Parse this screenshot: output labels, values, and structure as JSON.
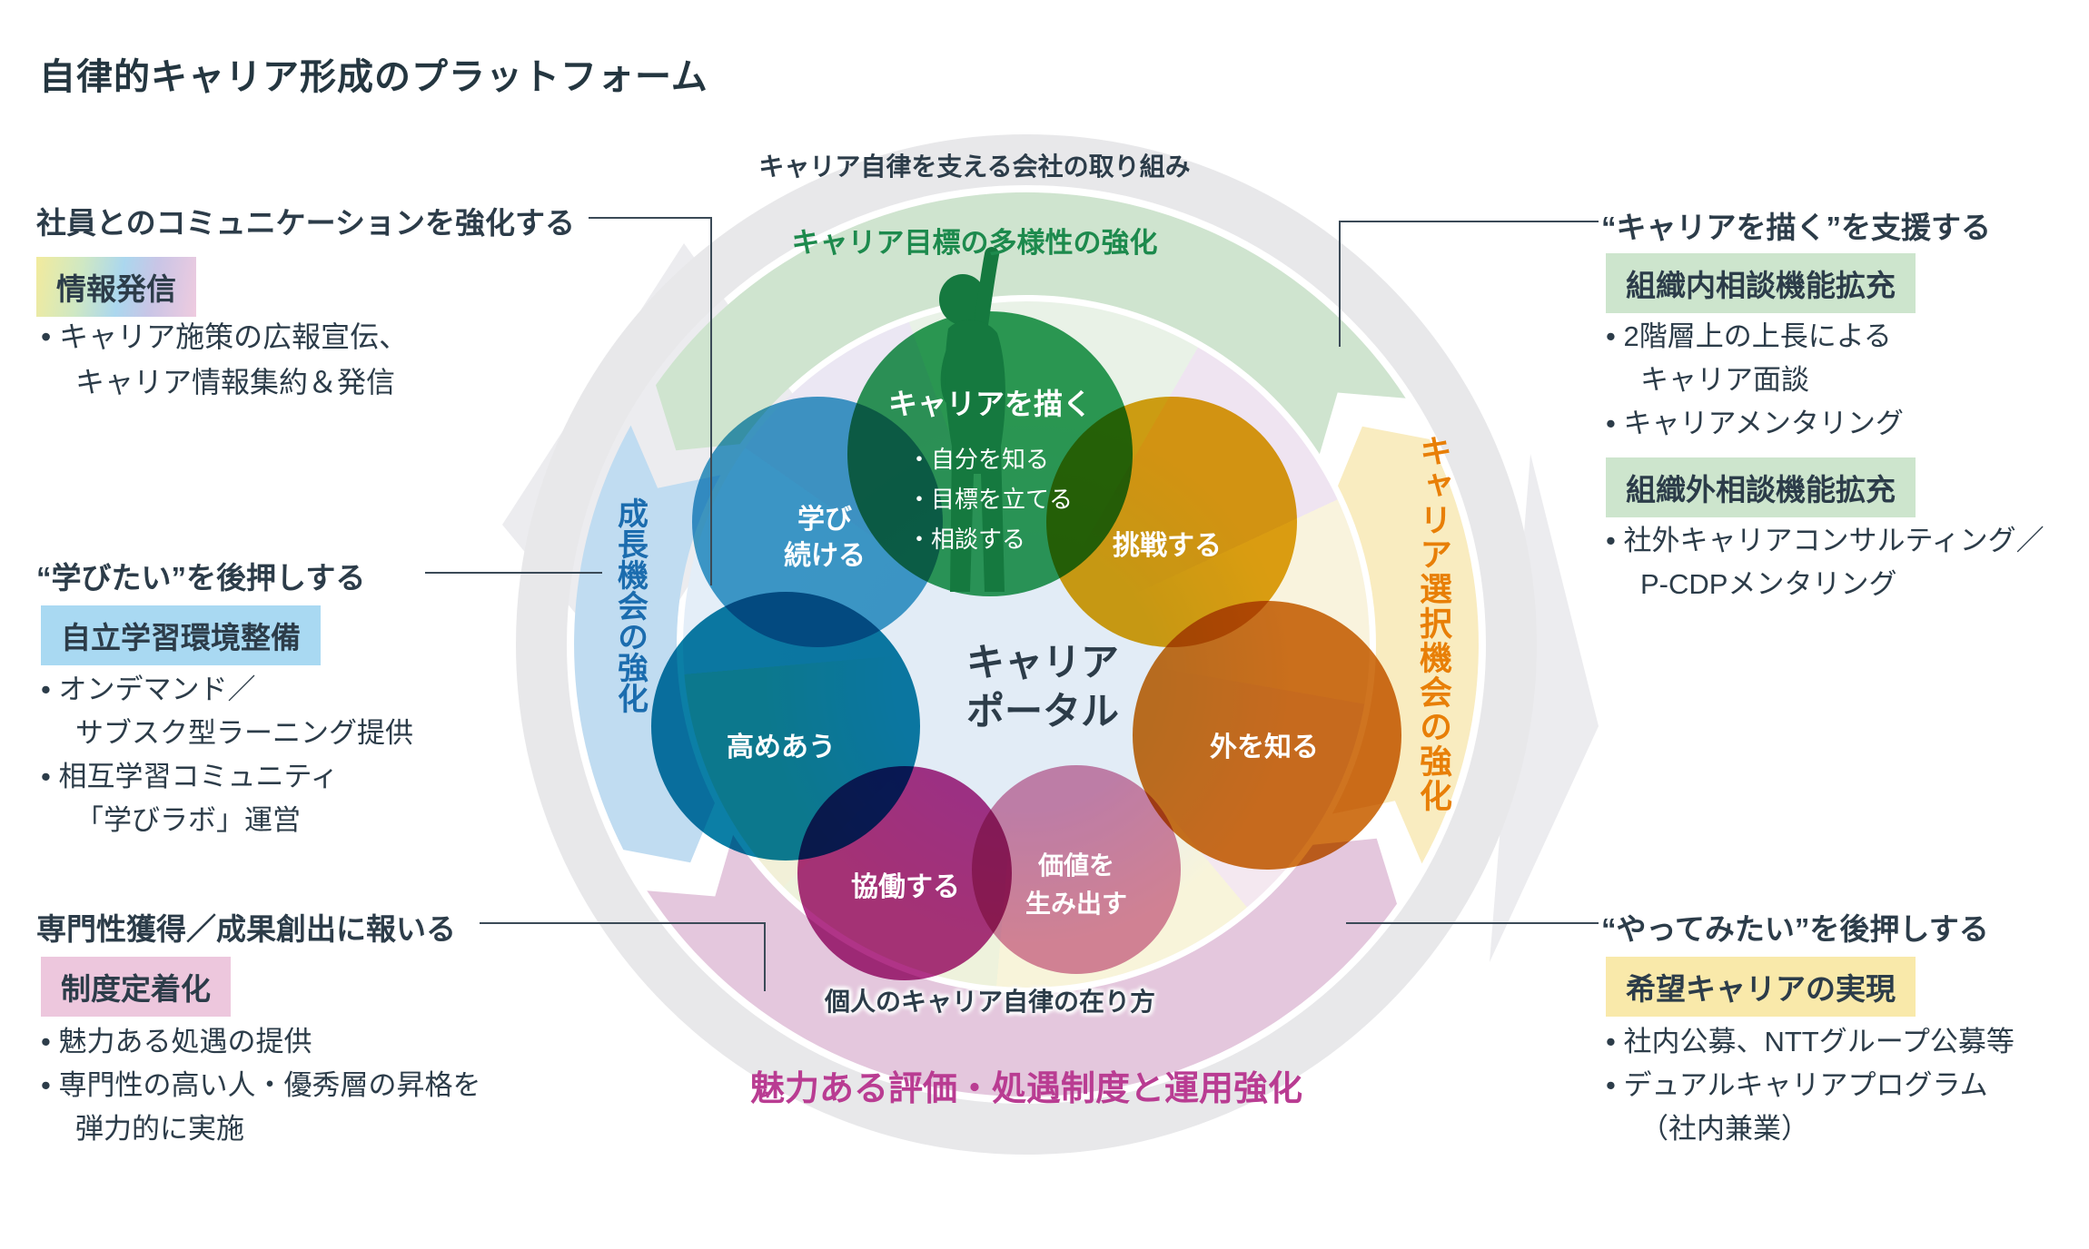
{
  "title": "自律的キャリア形成のプラットフォーム",
  "diagram": {
    "top_caption": "キャリア自律を支える会社の取り組み",
    "top_heading": "キャリア目標の多様性の強化",
    "bottom_caption": "個人のキャリア自律の在り方",
    "bottom_heading": "魅力ある評価・処遇制度と運用強化",
    "left_ring_label": "成長機会の強化",
    "right_ring_label": "キャリア選択機会の強化",
    "portal": {
      "line1": "キャリア",
      "line2": "ポータル"
    },
    "circles": {
      "draw": {
        "title": "キャリアを描く",
        "bullets": [
          "・自分を知る",
          "・目標を立てる",
          "・相談する"
        ]
      },
      "learn": {
        "line1": "学び",
        "line2": "続ける"
      },
      "challenge": {
        "label": "挑戦する"
      },
      "improve": {
        "label": "高めあう"
      },
      "outside": {
        "label": "外を知る"
      },
      "collaborate": {
        "label": "協働する"
      },
      "value": {
        "line1": "価値を",
        "line2": "生み出す"
      }
    }
  },
  "annotations": {
    "comm": {
      "heading": "社員とのコミュニケーションを強化する",
      "tag": "情報発信",
      "lines": [
        "• キャリア施策の広報宣伝、",
        "キャリア情報集約＆発信"
      ]
    },
    "learn_support": {
      "heading": "“学びたい”を後押しする",
      "tag": "自立学習環境整備",
      "lines": [
        "• オンデマンド／",
        "サブスク型ラーニング提供",
        "• 相互学習コミュニティ",
        "「学びラボ」運営"
      ]
    },
    "reward": {
      "heading": "専門性獲得／成果創出に報いる",
      "tag": "制度定着化",
      "lines": [
        "• 魅力ある処遇の提供",
        "• 専門性の高い人・優秀層の昇格を",
        "弾力的に実施"
      ]
    },
    "draw_support": {
      "heading": "“キャリアを描く”を支援する",
      "tag1": "組織内相談機能拡充",
      "lines1": [
        "• 2階層上の上長による",
        "キャリア面談",
        "• キャリアメンタリング"
      ],
      "tag2": "組織外相談機能拡充",
      "lines2": [
        "• 社外キャリアコンサルティング／",
        "P-CDPメンタリング"
      ]
    },
    "try_support": {
      "heading": "“やってみたい”を後押しする",
      "tag": "希望キャリアの実現",
      "lines": [
        "• 社内公募、NTTグループ公募等",
        "• デュアルキャリアプログラム",
        "（社内兼業）"
      ]
    }
  },
  "colors": {
    "text_navy": "#2c3c49",
    "heading_green": "#1d8a4d",
    "ring_label_blue": "#1b6cae",
    "ring_label_orange": "#e87f07",
    "bottom_magenta": "#b93c92",
    "circle_green": "#2e9e59",
    "circle_blue": "#42a0cb",
    "circle_gold": "#e0a413",
    "circle_teal": "#0c7fa6",
    "circle_orange": "#cf7420",
    "circle_magenta": "#b03487",
    "circle_pink": "#d687ac",
    "band_green": "#cfe4cf",
    "band_yellow": "#f9ecc0",
    "band_pink": "#e4c7dd",
    "band_blue": "#c0dcf1",
    "ring_gray": "#e8e8ea",
    "tag_blue_bg": "#a9d9f2",
    "tag_pink_bg": "#edc7dd",
    "tag_green_bg": "#cde5cd",
    "tag_yellow_bg": "#f9e9aa"
  }
}
